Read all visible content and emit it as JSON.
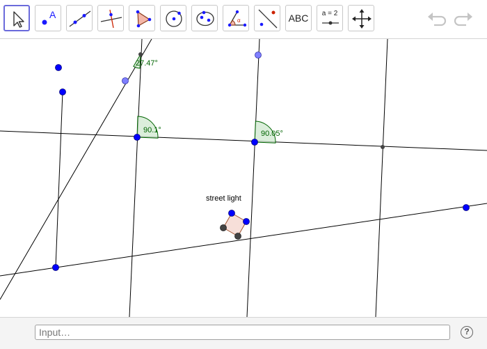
{
  "toolbar": {
    "tools": [
      {
        "name": "move-tool"
      },
      {
        "name": "point-tool"
      },
      {
        "name": "line-tool"
      },
      {
        "name": "perpendicular-line-tool"
      },
      {
        "name": "polygon-tool"
      },
      {
        "name": "circle-tool"
      },
      {
        "name": "conic-tool"
      },
      {
        "name": "angle-tool"
      },
      {
        "name": "reflect-tool"
      },
      {
        "name": "text-tool",
        "label": "ABC"
      },
      {
        "name": "slider-tool",
        "label": "a = 2"
      },
      {
        "name": "move-graphics-view-tool"
      }
    ],
    "active_tool": "move-tool"
  },
  "graphics": {
    "angle_top": "27.47°",
    "angle_left": "90.1°",
    "angle_right": "90.05°",
    "polygon_label": "street light"
  },
  "colors": {
    "free_point": "#0000ff",
    "dependent_point": "#7f7fff",
    "intersection_point": "#444444",
    "angle_text": "#006400",
    "angle_fill": "#cfe8cf",
    "polygon_fill": "#f6d9d2",
    "polygon_stroke": "#a0522d"
  },
  "input_bar": {
    "placeholder": "Input…",
    "help_label": "?"
  }
}
